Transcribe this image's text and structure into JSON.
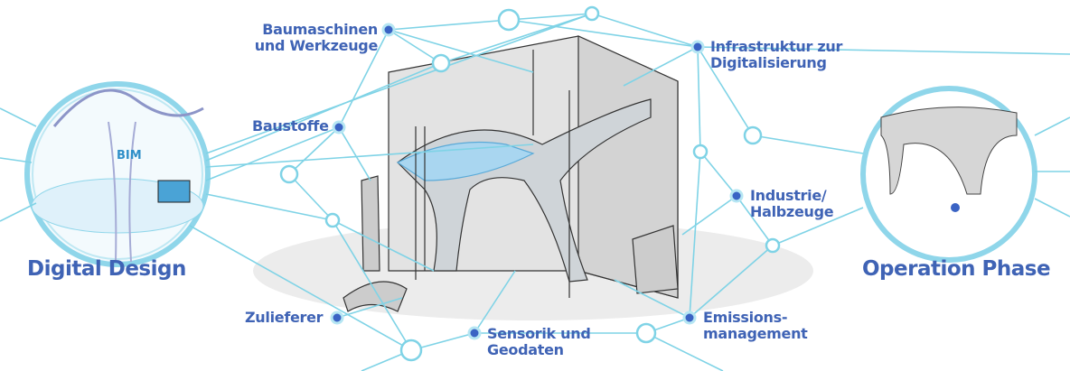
{
  "left_phase": {
    "title": "Digital Design",
    "badge": "BIM"
  },
  "right_phase": {
    "title": "Operation Phase"
  },
  "nodes": [
    {
      "label_1": "Baumaschinen",
      "label_2": "und Werkzeuge"
    },
    {
      "label_1": "Infrastruktur zur",
      "label_2": "Digitalisierung"
    },
    {
      "label_1": "Baustoffe"
    },
    {
      "label_1": "Industrie/",
      "label_2": "Halbzeuge"
    },
    {
      "label_1": "Zulieferer"
    },
    {
      "label_1": "Sensorik und",
      "label_2": "Geodaten"
    },
    {
      "label_1": "Emissions-",
      "label_2": "management"
    }
  ],
  "colors": {
    "text": "#3f63b5",
    "line": "#7fd3e6",
    "dot": "#3a63c4"
  }
}
